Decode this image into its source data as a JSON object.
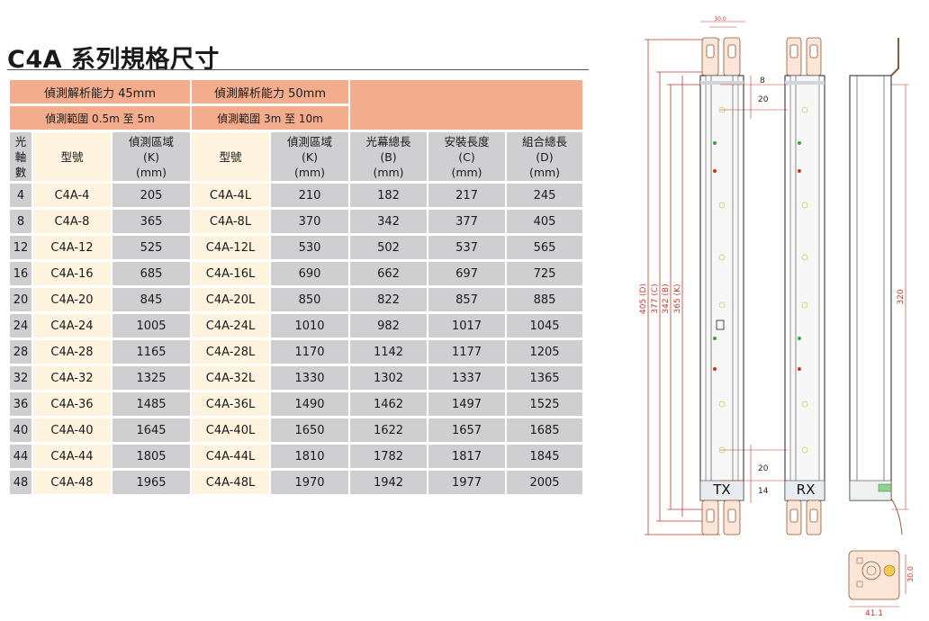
{
  "title": "C4A 系列規格尺寸",
  "header": {
    "res45": "偵測解析能力 45mm",
    "res50": "偵測解析能力 50mm",
    "range45": "偵測範圍 0.5m 至 5m",
    "range50": "偵測範圍 3m 至 10m"
  },
  "columns": {
    "axes": "光\n軸\n數",
    "model": "型號",
    "area_k": "偵測區域\n(K)\n(mm)",
    "model_l": "型號",
    "area_k_l": "偵測區域\n(K)\n(mm)",
    "length_b": "光幕總長\n(B)\n(mm)",
    "install_c": "安裝長度\n(C)\n(mm)",
    "assembly_d": "組合總長\n(D)\n(mm)"
  },
  "rows": [
    {
      "axes": "4",
      "model": "C4A-4",
      "k": "205",
      "model_l": "C4A-4L",
      "k_l": "210",
      "b": "182",
      "c": "217",
      "d": "245"
    },
    {
      "axes": "8",
      "model": "C4A-8",
      "k": "365",
      "model_l": "C4A-8L",
      "k_l": "370",
      "b": "342",
      "c": "377",
      "d": "405"
    },
    {
      "axes": "12",
      "model": "C4A-12",
      "k": "525",
      "model_l": "C4A-12L",
      "k_l": "530",
      "b": "502",
      "c": "537",
      "d": "565"
    },
    {
      "axes": "16",
      "model": "C4A-16",
      "k": "685",
      "model_l": "C4A-16L",
      "k_l": "690",
      "b": "662",
      "c": "697",
      "d": "725"
    },
    {
      "axes": "20",
      "model": "C4A-20",
      "k": "845",
      "model_l": "C4A-20L",
      "k_l": "850",
      "b": "822",
      "c": "857",
      "d": "885"
    },
    {
      "axes": "24",
      "model": "C4A-24",
      "k": "1005",
      "model_l": "C4A-24L",
      "k_l": "1010",
      "b": "982",
      "c": "1017",
      "d": "1045"
    },
    {
      "axes": "28",
      "model": "C4A-28",
      "k": "1165",
      "model_l": "C4A-28L",
      "k_l": "1170",
      "b": "1142",
      "c": "1177",
      "d": "1205"
    },
    {
      "axes": "32",
      "model": "C4A-32",
      "k": "1325",
      "model_l": "C4A-32L",
      "k_l": "1330",
      "b": "1302",
      "c": "1337",
      "d": "1365"
    },
    {
      "axes": "36",
      "model": "C4A-36",
      "k": "1485",
      "model_l": "C4A-36L",
      "k_l": "1490",
      "b": "1462",
      "c": "1497",
      "d": "1525"
    },
    {
      "axes": "40",
      "model": "C4A-40",
      "k": "1645",
      "model_l": "C4A-40L",
      "k_l": "1650",
      "b": "1622",
      "c": "1657",
      "d": "1685"
    },
    {
      "axes": "44",
      "model": "C4A-44",
      "k": "1805",
      "model_l": "C4A-44L",
      "k_l": "1810",
      "b": "1782",
      "c": "1817",
      "d": "1845"
    },
    {
      "axes": "48",
      "model": "C4A-48",
      "k": "1965",
      "model_l": "C4A-48L",
      "k_l": "1970",
      "b": "1942",
      "c": "1977",
      "d": "2005"
    }
  ],
  "drawing": {
    "dim_d": "405 (D)",
    "dim_c": "377 (C)",
    "dim_b": "342 (B)",
    "dim_k": "365 (K)",
    "dim_8": "8",
    "dim_20_top": "20",
    "dim_20_bottom": "20",
    "dim_14": "14",
    "dim_320": "320",
    "dim_30_top": "30.0",
    "dim_30_side": "30.0",
    "dim_41": "41.1",
    "tx": "TX",
    "rx": "RX"
  },
  "colors": {
    "header_orange": "#f4ad8c",
    "gray_cell": "#cfcfd1",
    "cream_cell": "#fdf3df",
    "dimension_red": "#c0392b",
    "bracket_orange": "#e8a77a"
  }
}
